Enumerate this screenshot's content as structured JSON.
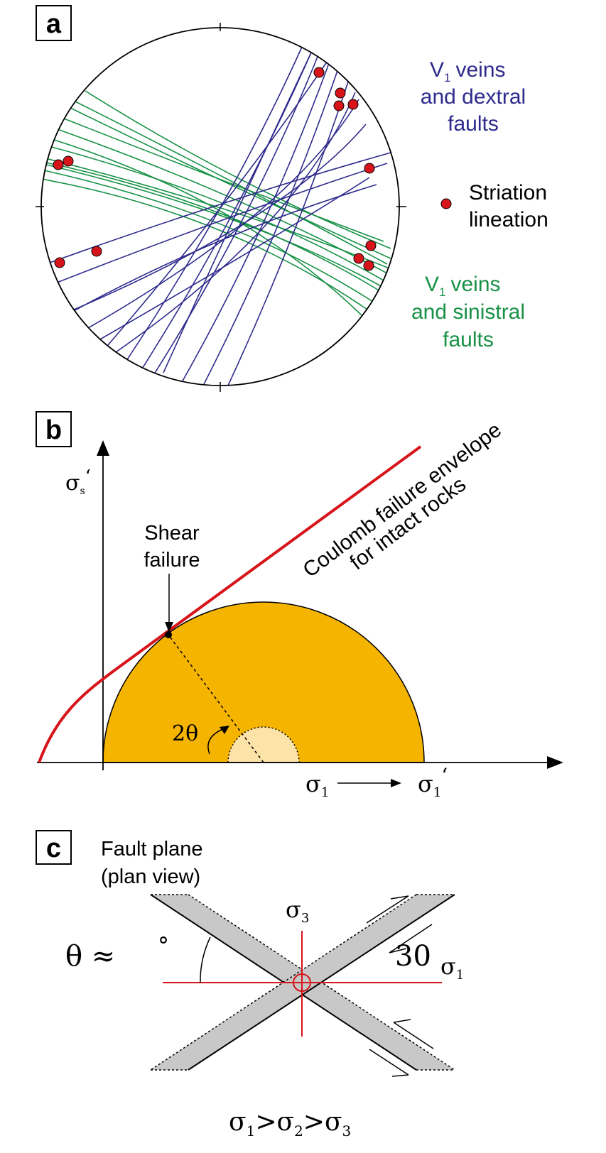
{
  "panel_a": {
    "label": "a",
    "legend_blue": [
      "V",
      "1",
      "veins",
      "and dextral",
      "faults"
    ],
    "legend_striation": [
      "Striation",
      "lineation"
    ],
    "legend_green": [
      "V",
      "1",
      "veins",
      "and sinistral",
      "faults"
    ],
    "colors": {
      "blue": "#2e2a8c",
      "green": "#179146",
      "point": "#d7141a"
    }
  },
  "panel_b": {
    "label": "b",
    "y_axis_label": "σ",
    "y_axis_sub": "s",
    "y_axis_prime": "‘",
    "envelope_label_1": "Coulomb failure envelope",
    "envelope_label_2": "for intact rocks",
    "shear_failure": [
      "Shear",
      "failure"
    ],
    "angle_label": "2θ",
    "sigma_left": "σ",
    "sigma_left_sub": "1",
    "sigma_right": "σ",
    "sigma_right_sub": "1",
    "sigma_right_prime": "‘",
    "colors": {
      "circle": "#f5b400",
      "inner": "#fde3a8",
      "envelope": "#d7141a"
    }
  },
  "panel_c": {
    "label": "c",
    "title": [
      "Fault plane",
      "(plan view)"
    ],
    "theta_label": "θ ≈",
    "degree": "°",
    "angle_value": "30",
    "sigma3": "σ",
    "sigma3_sub": "3",
    "sigma1": "σ",
    "sigma1_sub": "1",
    "relation": [
      {
        "t": "σ",
        "s": "1"
      },
      {
        "t": ">σ",
        "s": "2"
      },
      {
        "t": ">σ",
        "s": "3"
      }
    ],
    "colors": {
      "band": "#c8c8c8",
      "axes": "#d7141a"
    }
  }
}
